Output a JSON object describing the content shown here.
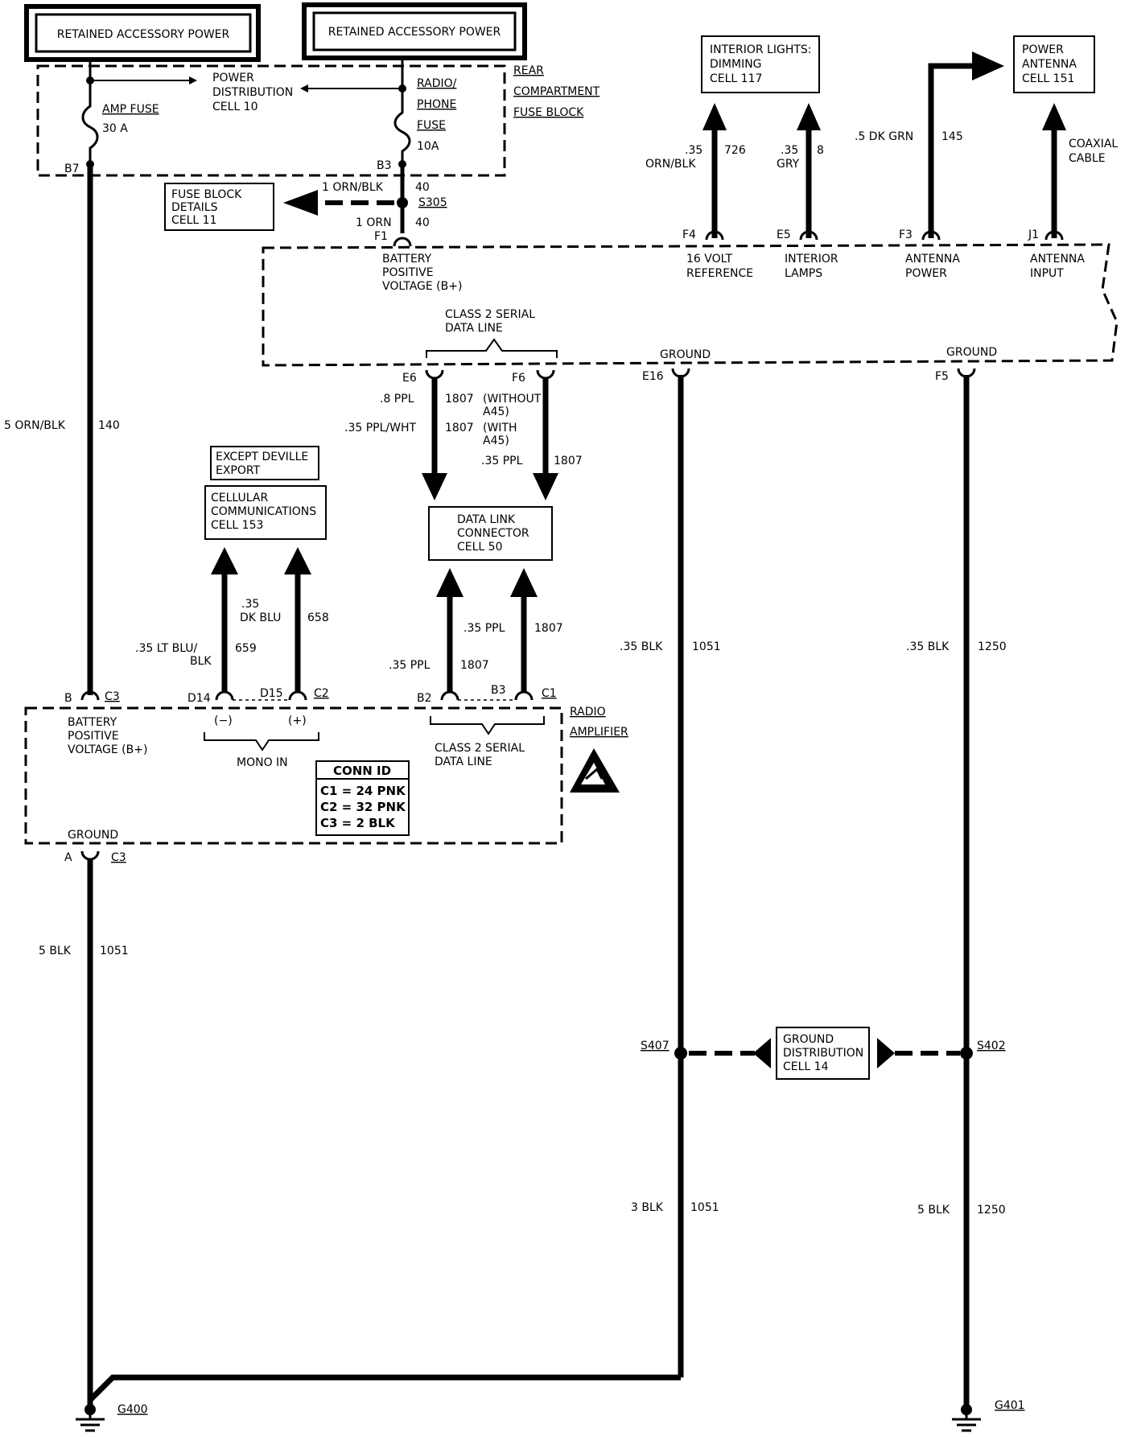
{
  "headers": {
    "retained_left": "RETAINED ACCESSORY POWER",
    "retained_right": "RETAINED ACCESSORY POWER"
  },
  "fuse_block": {
    "amp_fuse": [
      "AMP FUSE",
      "30 A"
    ],
    "power_distribution": [
      "POWER",
      "DISTRIBUTION",
      "CELL 10"
    ],
    "radio_fuse": [
      "RADIO/",
      "PHONE",
      "FUSE",
      "10A"
    ],
    "label": [
      "REAR",
      "COMPARTMENT",
      "FUSE BLOCK"
    ],
    "pin_b7": "B7",
    "pin_b3": "B3"
  },
  "fuse_details": [
    "FUSE BLOCK",
    "DETAILS",
    "CELL 11"
  ],
  "splice_s305": "S305",
  "wires": {
    "w_1orn_blk": "1 ORN/BLK",
    "w_40a": "40",
    "w_1orn": "1 ORN",
    "w_40b": "40",
    "w_5orn_blk": "5 ORN/BLK",
    "w_140": "140",
    "w_726_size": ".35",
    "w_726_color": "ORN/BLK",
    "w_726": "726",
    "w_8_size": ".35",
    "w_8_color": "GRY",
    "w_8": "8",
    "w_145_label": ".5 DK GRN",
    "w_145": "145",
    "coaxial": [
      "COAXIAL",
      "CABLE"
    ],
    "e6_w1": ".8 PPL",
    "e6_c1": "1807",
    "e6_n1": "(WITHOUT",
    "e6_n2": "A45)",
    "e6_w2": ".35 PPL/WHT",
    "e6_c2": "1807",
    "e6_n3": "(WITH",
    "e6_n4": "A45)",
    "f6_w": ".35 PPL",
    "f6_c": "1807",
    "w_659_a": ".35 LT BLU/",
    "w_659_b": "BLK",
    "w_659": "659",
    "w_658_a": ".35",
    "w_658_b": "DK BLU",
    "w_658": "658",
    "b2_w": ".35 PPL",
    "b2_c": "1807",
    "b3_w": ".35 PPL",
    "b3_c": "1807",
    "e16_w": ".35 BLK",
    "e16_c": "1051",
    "f5_w": ".35 BLK",
    "f5_c": "1250",
    "a_w": "5 BLK",
    "a_c": "1051",
    "s407_w": "3 BLK",
    "s407_c": "1051",
    "s402_w": "5 BLK",
    "s402_c": "1250"
  },
  "radio": {
    "pins": {
      "f1": "F1",
      "f4": "F4",
      "e5": "E5",
      "f3": "F3",
      "j1": "J1",
      "e6": "E6",
      "f6": "F6",
      "e16": "E16",
      "f5": "F5"
    },
    "battery": [
      "BATTERY",
      "POSITIVE",
      "VOLTAGE (B+)"
    ],
    "ref16": [
      "16 VOLT",
      "REFERENCE"
    ],
    "interior_lamps": [
      "INTERIOR",
      "LAMPS"
    ],
    "antenna_power": [
      "ANTENNA",
      "POWER"
    ],
    "antenna_input": [
      "ANTENNA",
      "INPUT"
    ],
    "class2": [
      "CLASS 2 SERIAL",
      "DATA LINE"
    ],
    "ground1": "GROUND",
    "ground2": "GROUND"
  },
  "boxes": {
    "interior_lights": [
      "INTERIOR LIGHTS:",
      "DIMMING",
      "CELL 117"
    ],
    "power_antenna": [
      "POWER",
      "ANTENNA",
      "CELL 151"
    ],
    "except_deville": [
      "EXCEPT DEVILLE",
      "EXPORT"
    ],
    "cellular": [
      "CELLULAR",
      "COMMUNICATIONS",
      "CELL 153"
    ],
    "dlc": [
      "DATA LINK",
      "CONNECTOR",
      "CELL 50"
    ],
    "ground_dist": [
      "GROUND",
      "DISTRIBUTION",
      "CELL 14"
    ]
  },
  "amplifier": {
    "pin_b": "B",
    "conn_c3": "C3",
    "pin_d14": "D14",
    "pin_d15": "D15",
    "conn_c2": "C2",
    "pin_b2": "B2",
    "pin_b3": "B3",
    "conn_c1": "C1",
    "minus": "(−)",
    "plus": "(+)",
    "battery": [
      "BATTERY",
      "POSITIVE",
      "VOLTAGE (B+)"
    ],
    "mono_in": "MONO IN",
    "class2": [
      "CLASS 2 SERIAL",
      "DATA LINE"
    ],
    "label": [
      "RADIO",
      "AMPLIFIER"
    ],
    "ground": "GROUND",
    "pin_a": "A",
    "conn_c3b": "C3"
  },
  "conn_id": {
    "title": "CONN ID",
    "rows": [
      "C1 = 24 PNK",
      "C2 = 32 PNK",
      "C3 = 2 BLK"
    ]
  },
  "splices": {
    "s407": "S407",
    "s402": "S402"
  },
  "grounds": {
    "g400": "G400",
    "g401": "G401"
  }
}
